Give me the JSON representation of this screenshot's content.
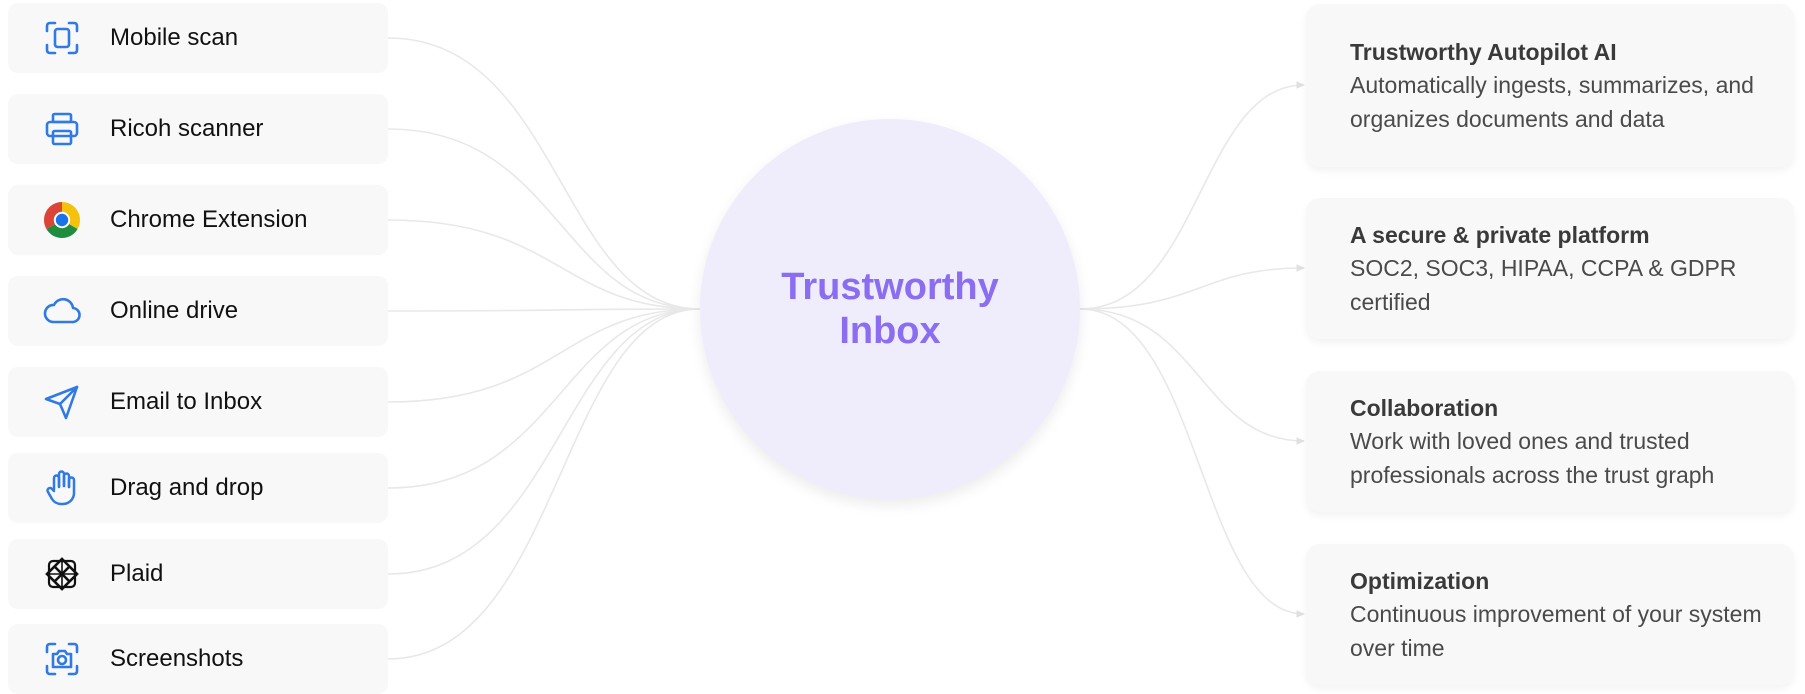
{
  "hub": {
    "title": "Trustworthy Inbox"
  },
  "sources": [
    {
      "label": "Mobile scan",
      "icon": "scan-icon"
    },
    {
      "label": "Ricoh scanner",
      "icon": "printer-icon"
    },
    {
      "label": "Chrome Extension",
      "icon": "chrome-icon"
    },
    {
      "label": "Online drive",
      "icon": "cloud-icon"
    },
    {
      "label": "Email to Inbox",
      "icon": "send-icon"
    },
    {
      "label": "Drag and drop",
      "icon": "hand-icon"
    },
    {
      "label": "Plaid",
      "icon": "plaid-icon"
    },
    {
      "label": "Screenshots",
      "icon": "screenshot-icon"
    }
  ],
  "features": [
    {
      "title": "Trustworthy Autopilot AI",
      "description": "Automatically ingests, summarizes, and organizes documents and data"
    },
    {
      "title": "A secure & private platform",
      "description": "SOC2, SOC3, HIPAA, CCPA & GDPR certified"
    },
    {
      "title": "Collaboration",
      "description": "Work with loved ones and trusted professionals across the trust graph"
    },
    {
      "title": "Optimization",
      "description": "Continuous improvement of your system over time"
    }
  ],
  "colors": {
    "hub_fill": "#efedfb",
    "hub_text": "#8b6df2",
    "icon_blue": "#2f7ae5",
    "card_bg": "#f8f8f8",
    "connector": "#e6e6e6"
  }
}
